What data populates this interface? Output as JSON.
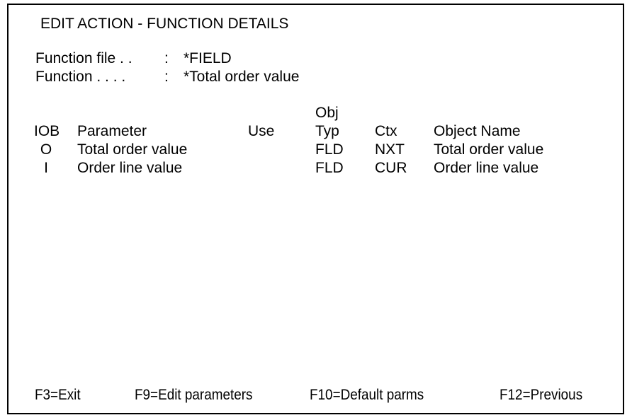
{
  "screen": {
    "title": "EDIT ACTION - FUNCTION DETAILS",
    "fields": [
      {
        "label": "Function file . .",
        "separator": ":",
        "value": "*FIELD"
      },
      {
        "label": "Function . . . .",
        "separator": ":",
        "value": "*Total order value"
      }
    ],
    "table": {
      "columns": {
        "obj_stack_top": "Obj",
        "iob": "IOB",
        "parameter": "Parameter",
        "use": "Use",
        "typ": "Typ",
        "ctx": "Ctx",
        "object_name": "Object Name"
      },
      "rows": [
        {
          "iob": "O",
          "parameter": "Total order value",
          "use": "",
          "typ": "FLD",
          "ctx": "NXT",
          "object_name": "Total order value"
        },
        {
          "iob": "I",
          "parameter": "Order line value",
          "use": "",
          "typ": "FLD",
          "ctx": "CUR",
          "object_name": "Order line value"
        }
      ]
    },
    "function_keys": [
      {
        "label": "F3=Exit"
      },
      {
        "label": "F9=Edit parameters"
      },
      {
        "label": "F10=Default parms"
      },
      {
        "label": "F12=Previous"
      }
    ],
    "colors": {
      "background": "#ffffff",
      "text": "#000000",
      "border": "#000000"
    }
  }
}
